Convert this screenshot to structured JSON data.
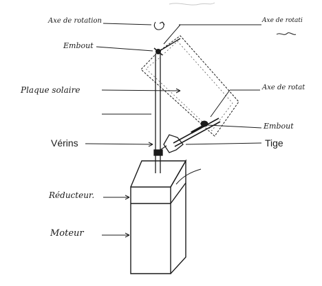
{
  "labels": {
    "axe_rotation_top": "Axe de rotation",
    "axe_rotation_right": "Axe de rotati",
    "embout_top": "Embout",
    "plaque_solaire": "Plaque solaire",
    "axe_rotation_mid": "Axe de rotat",
    "embout_right": "Embout",
    "verins": "Vérins",
    "tige": "Tige",
    "reducteur": "Réducteur.",
    "moteur": "Moteur"
  },
  "colors": {
    "ink": "#1a1a1a",
    "pencil": "#555555",
    "background": "#ffffff"
  },
  "icons": {
    "rotation_symbol": "rotation-arrow-icon"
  }
}
